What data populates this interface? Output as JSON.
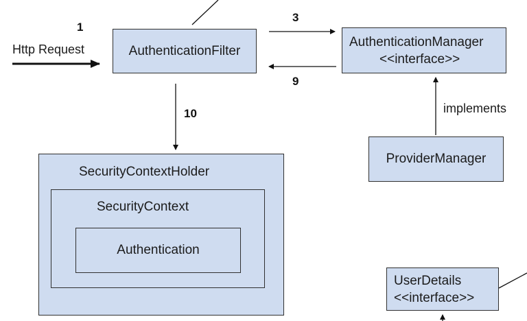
{
  "nodes": {
    "authentication_filter": "AuthenticationFilter",
    "authentication_manager": {
      "name": "AuthenticationManager",
      "stereotype": "<<interface>>"
    },
    "provider_manager": "ProviderManager",
    "security_context_holder": "SecurityContextHolder",
    "security_context": "SecurityContext",
    "authentication": "Authentication",
    "user_details": {
      "name": "UserDetails",
      "stereotype": "<<interface>>"
    }
  },
  "edges": {
    "http_request": {
      "step": "1",
      "label": "Http Request"
    },
    "filter_to_manager": {
      "step": "3"
    },
    "manager_to_filter": {
      "step": "9"
    },
    "filter_to_holder": {
      "step": "10"
    },
    "provider_implements": {
      "label": "implements"
    }
  },
  "colors": {
    "box_fill": "#cfdcf0",
    "border": "#2f2f2f",
    "arrow": "#111111"
  }
}
